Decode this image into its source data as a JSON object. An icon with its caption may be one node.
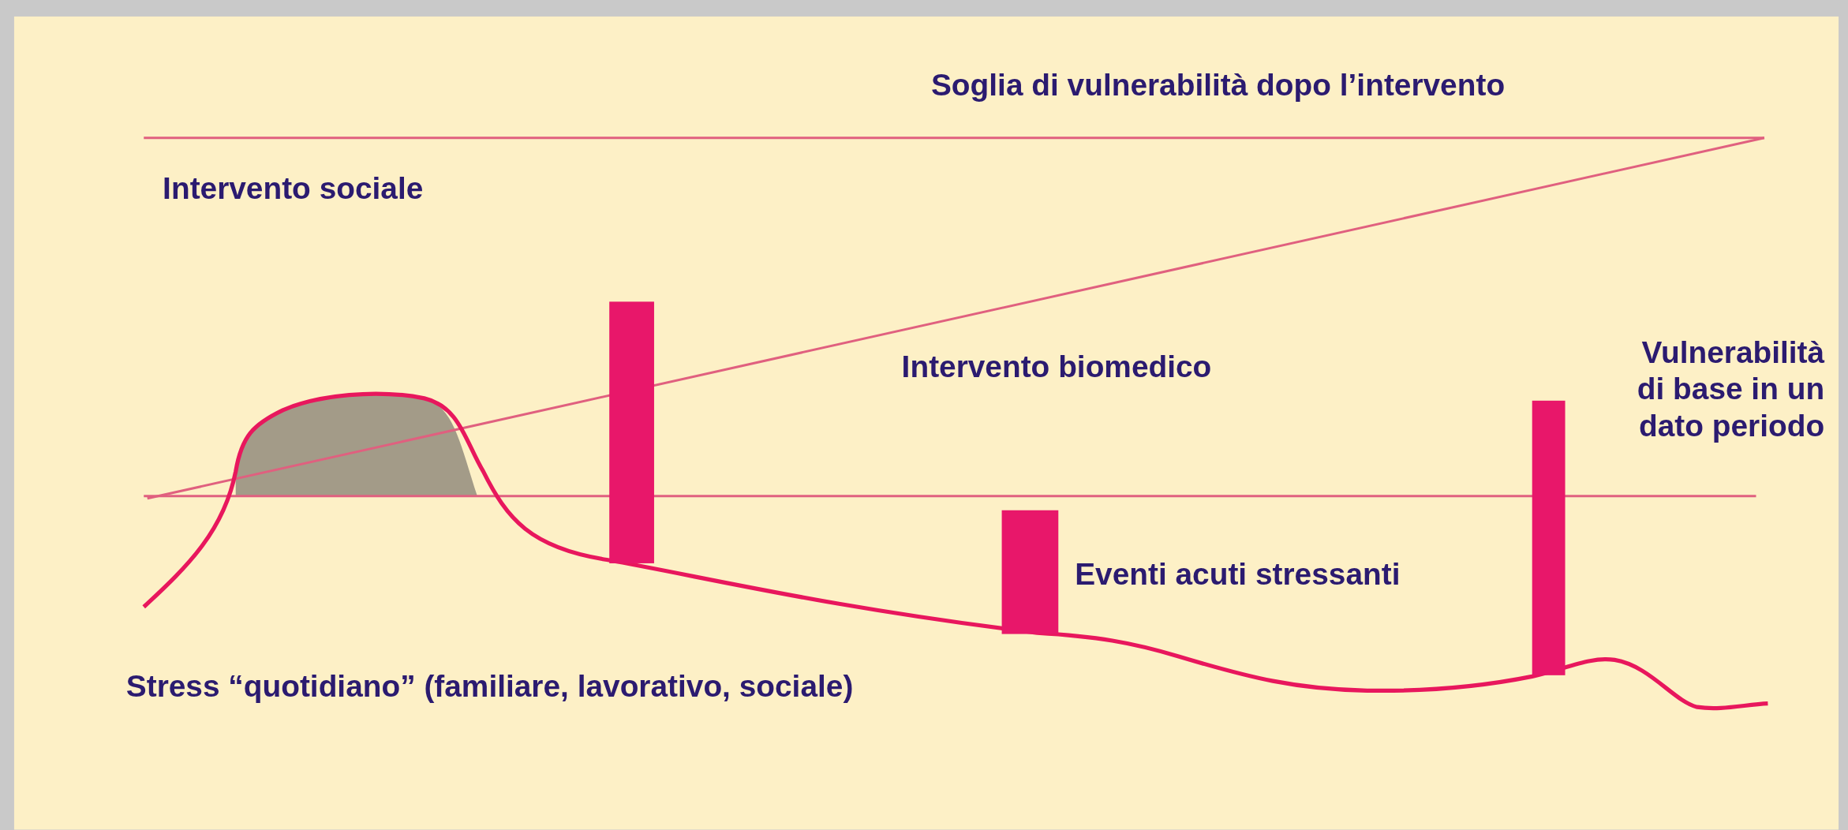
{
  "diagram": {
    "labels": [
      "Soglia di vulnerabilità dopo l’intervento",
      "Intervento sociale",
      "Intervento biomedico",
      "Vulnerabilità di base in un dato periodo",
      "Eventi acuti stressanti",
      "Stress “quotidiano” (familiare, lavorativo, sociale)"
    ]
  }
}
